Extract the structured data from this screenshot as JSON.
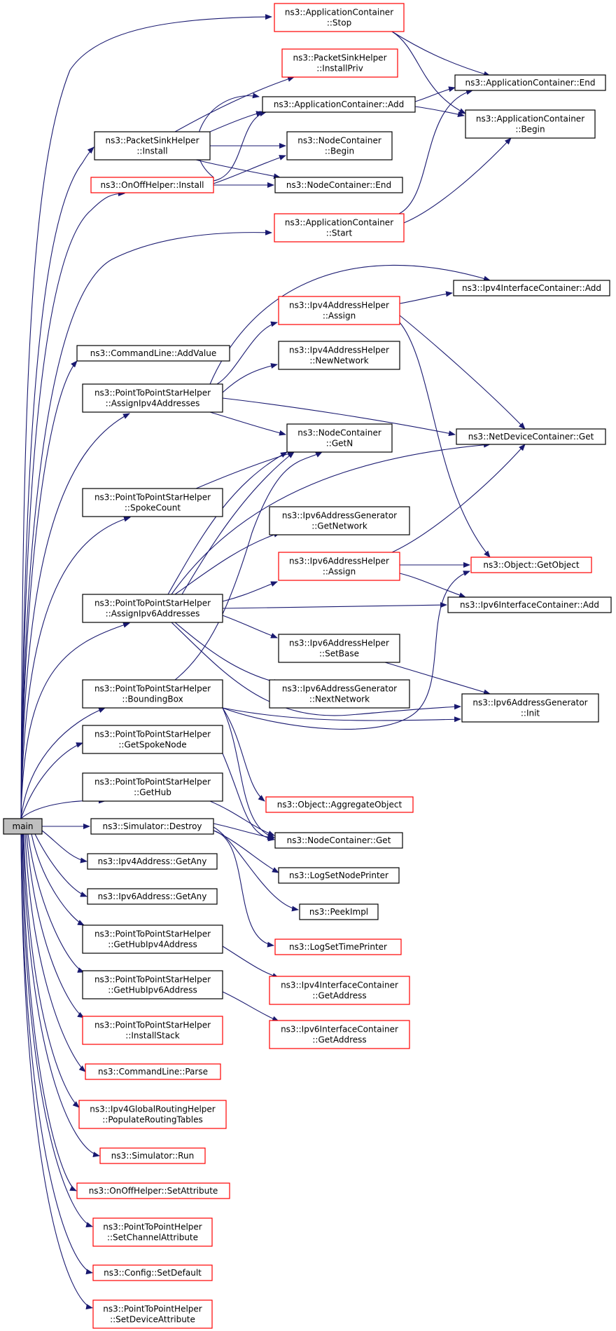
{
  "diagram": {
    "type": "call-graph",
    "root": "main",
    "colors": {
      "edge": "#191970",
      "node_border_default": "#000000",
      "node_border_red": "#ff0000",
      "root_fill": "#bfbfbf"
    },
    "nodes": [
      {
        "id": "main",
        "label": [
          "main"
        ],
        "style": "root"
      },
      {
        "id": "ac_stop",
        "label": [
          "ns3::ApplicationContainer",
          "::Stop"
        ],
        "style": "red"
      },
      {
        "id": "psh_ip",
        "label": [
          "ns3::PacketSinkHelper",
          "::InstallPriv"
        ],
        "style": "red"
      },
      {
        "id": "ac_add",
        "label": [
          "ns3::ApplicationContainer::Add"
        ],
        "style": "black"
      },
      {
        "id": "ac_end",
        "label": [
          "ns3::ApplicationContainer::End"
        ],
        "style": "black"
      },
      {
        "id": "ac_begin",
        "label": [
          "ns3::ApplicationContainer",
          "::Begin"
        ],
        "style": "black"
      },
      {
        "id": "psh_inst",
        "label": [
          "ns3::PacketSinkHelper",
          "::Install"
        ],
        "style": "black"
      },
      {
        "id": "nc_begin",
        "label": [
          "ns3::NodeContainer",
          "::Begin"
        ],
        "style": "black"
      },
      {
        "id": "ooh_inst",
        "label": [
          "ns3::OnOffHelper::Install"
        ],
        "style": "red"
      },
      {
        "id": "nc_end",
        "label": [
          "ns3::NodeContainer::End"
        ],
        "style": "black"
      },
      {
        "id": "ac_start",
        "label": [
          "ns3::ApplicationContainer",
          "::Start"
        ],
        "style": "red"
      },
      {
        "id": "ipv4ic_add",
        "label": [
          "ns3::Ipv4InterfaceContainer::Add"
        ],
        "style": "black"
      },
      {
        "id": "ipv4ah_assign",
        "label": [
          "ns3::Ipv4AddressHelper",
          "::Assign"
        ],
        "style": "red"
      },
      {
        "id": "cl_addvalue",
        "label": [
          "ns3::CommandLine::AddValue"
        ],
        "style": "black"
      },
      {
        "id": "ipv4ah_newnet",
        "label": [
          "ns3::Ipv4AddressHelper",
          "::NewNetwork"
        ],
        "style": "black"
      },
      {
        "id": "p2ps_assign4",
        "label": [
          "ns3::PointToPointStarHelper",
          "::AssignIpv4Addresses"
        ],
        "style": "black"
      },
      {
        "id": "nc_getn",
        "label": [
          "ns3::NodeContainer",
          "::GetN"
        ],
        "style": "black"
      },
      {
        "id": "ndc_get",
        "label": [
          "ns3::NetDeviceContainer::Get"
        ],
        "style": "black"
      },
      {
        "id": "p2ps_spoke",
        "label": [
          "ns3::PointToPointStarHelper",
          "::SpokeCount"
        ],
        "style": "black"
      },
      {
        "id": "ipv6ag_getnet",
        "label": [
          "ns3::Ipv6AddressGenerator",
          "::GetNetwork"
        ],
        "style": "black"
      },
      {
        "id": "ipv6ah_assign",
        "label": [
          "ns3::Ipv6AddressHelper",
          "::Assign"
        ],
        "style": "red"
      },
      {
        "id": "obj_getobj",
        "label": [
          "ns3::Object::GetObject"
        ],
        "style": "red"
      },
      {
        "id": "p2ps_assign6",
        "label": [
          "ns3::PointToPointStarHelper",
          "::AssignIpv6Addresses"
        ],
        "style": "black"
      },
      {
        "id": "ipv6ic_add",
        "label": [
          "ns3::Ipv6InterfaceContainer::Add"
        ],
        "style": "black"
      },
      {
        "id": "ipv6ah_setbase",
        "label": [
          "ns3::Ipv6AddressHelper",
          "::SetBase"
        ],
        "style": "black"
      },
      {
        "id": "ipv6ag_nextnet",
        "label": [
          "ns3::Ipv6AddressGenerator",
          "::NextNetwork"
        ],
        "style": "black"
      },
      {
        "id": "ipv6ag_init",
        "label": [
          "ns3::Ipv6AddressGenerator",
          "::Init"
        ],
        "style": "black"
      },
      {
        "id": "p2ps_bbox",
        "label": [
          "ns3::PointToPointStarHelper",
          "::BoundingBox"
        ],
        "style": "black"
      },
      {
        "id": "p2ps_getspoke",
        "label": [
          "ns3::PointToPointStarHelper",
          "::GetSpokeNode"
        ],
        "style": "black"
      },
      {
        "id": "obj_aggr",
        "label": [
          "ns3::Object::AggregateObject"
        ],
        "style": "red"
      },
      {
        "id": "p2ps_gethub",
        "label": [
          "ns3::PointToPointStarHelper",
          "::GetHub"
        ],
        "style": "black"
      },
      {
        "id": "sim_destroy",
        "label": [
          "ns3::Simulator::Destroy"
        ],
        "style": "black"
      },
      {
        "id": "nc_get",
        "label": [
          "ns3::NodeContainer::Get"
        ],
        "style": "black"
      },
      {
        "id": "ipv4a_getany",
        "label": [
          "ns3::Ipv4Address::GetAny"
        ],
        "style": "black"
      },
      {
        "id": "log_setnode",
        "label": [
          "ns3::LogSetNodePrinter"
        ],
        "style": "black"
      },
      {
        "id": "ipv6a_getany",
        "label": [
          "ns3::Ipv6Address::GetAny"
        ],
        "style": "black"
      },
      {
        "id": "peekimpl",
        "label": [
          "ns3::PeekImpl"
        ],
        "style": "black"
      },
      {
        "id": "p2ps_gethub4",
        "label": [
          "ns3::PointToPointStarHelper",
          "::GetHubIpv4Address"
        ],
        "style": "black"
      },
      {
        "id": "log_settime",
        "label": [
          "ns3::LogSetTimePrinter"
        ],
        "style": "red"
      },
      {
        "id": "ipv4ic_getaddr",
        "label": [
          "ns3::Ipv4InterfaceContainer",
          "::GetAddress"
        ],
        "style": "red"
      },
      {
        "id": "p2ps_gethub6",
        "label": [
          "ns3::PointToPointStarHelper",
          "::GetHubIpv6Address"
        ],
        "style": "black"
      },
      {
        "id": "ipv6ic_getaddr",
        "label": [
          "ns3::Ipv6InterfaceContainer",
          "::GetAddress"
        ],
        "style": "red"
      },
      {
        "id": "p2ps_installstack",
        "label": [
          "ns3::PointToPointStarHelper",
          "::InstallStack"
        ],
        "style": "red"
      },
      {
        "id": "cl_parse",
        "label": [
          "ns3::CommandLine::Parse"
        ],
        "style": "red"
      },
      {
        "id": "ipv4grh_populate",
        "label": [
          "ns3::Ipv4GlobalRoutingHelper",
          "::PopulateRoutingTables"
        ],
        "style": "red"
      },
      {
        "id": "sim_run",
        "label": [
          "ns3::Simulator::Run"
        ],
        "style": "red"
      },
      {
        "id": "ooh_setattr",
        "label": [
          "ns3::OnOffHelper::SetAttribute"
        ],
        "style": "red"
      },
      {
        "id": "p2ph_setchan",
        "label": [
          "ns3::PointToPointHelper",
          "::SetChannelAttribute"
        ],
        "style": "red"
      },
      {
        "id": "cfg_setdefault",
        "label": [
          "ns3::Config::SetDefault"
        ],
        "style": "red"
      },
      {
        "id": "p2ph_setdev",
        "label": [
          "ns3::PointToPointHelper",
          "::SetDeviceAttribute"
        ],
        "style": "red"
      }
    ]
  }
}
